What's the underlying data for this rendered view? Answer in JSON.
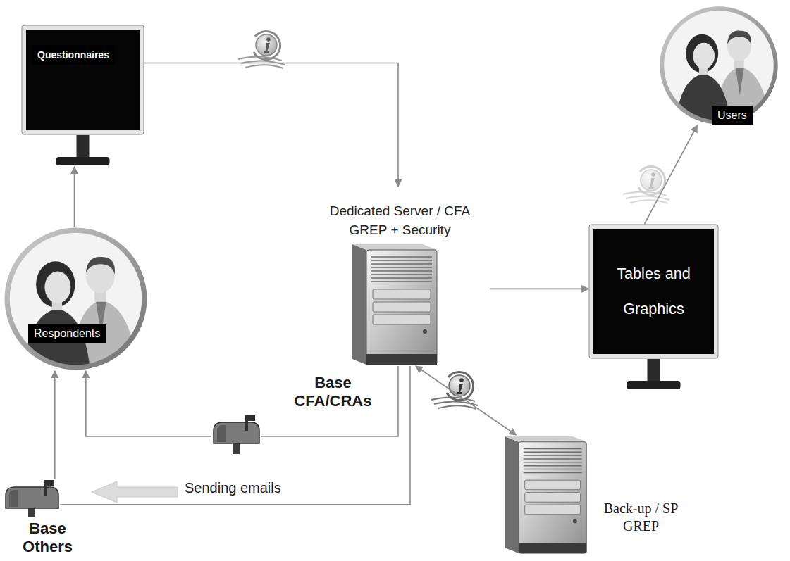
{
  "diagram": {
    "nodes": [
      {
        "text": [
          "Questionnaires"
        ]
      },
      {
        "text": [
          "Users"
        ]
      },
      {
        "text": [
          "Respondents"
        ]
      },
      {
        "text": [
          "Dedicated Server / CFA GREP + Security"
        ]
      },
      {
        "text": [
          "Tables and Graphics"
        ]
      },
      {
        "text": [
          "Back-up / SP GREP"
        ]
      },
      {
        "text": [
          "Base CFA/CRAs"
        ]
      },
      {
        "text": [
          "Base Others"
        ]
      }
    ],
    "edges": [
      {
        "from": 2,
        "to": 0,
        "arrow": "to"
      },
      {
        "from": 0,
        "to": 3,
        "arrow": "to"
      },
      {
        "from": 3,
        "to": 4,
        "arrow": "to"
      },
      {
        "from": 4,
        "to": 1,
        "arrow": "to"
      },
      {
        "from": 3,
        "to": 5,
        "arrow": "both"
      },
      {
        "from": 3,
        "to": 6,
        "arrow": "none"
      },
      {
        "from": 6,
        "to": 2,
        "arrow": "to"
      },
      {
        "from": 3,
        "to": 7,
        "arrow": "none"
      },
      {
        "from": 7,
        "to": 2,
        "arrow": "to"
      }
    ],
    "labels": [
      "Sending emails"
    ]
  }
}
